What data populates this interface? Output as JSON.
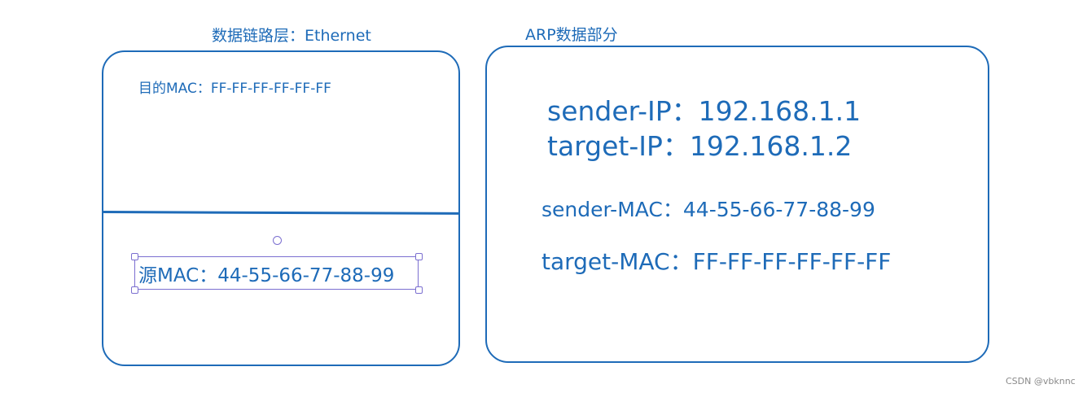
{
  "left_panel": {
    "title": "数据链路层：Ethernet",
    "dest_mac": "目的MAC：FF-FF-FF-FF-FF-FF",
    "src_mac": "源MAC：44-55-66-77-88-99"
  },
  "right_panel": {
    "title": "ARP数据部分",
    "sender_ip": "sender-IP：192.168.1.1",
    "target_ip": "target-IP：192.168.1.2",
    "sender_mac": "sender-MAC：44-55-66-77-88-99",
    "target_mac": "target-MAC：FF-FF-FF-FF-FF-FF"
  },
  "watermark": "CSDN @vbknnc",
  "colors": {
    "stroke": "#1e6bb8",
    "selection": "#7b6fd0",
    "watermark": "#8a8a8a"
  }
}
